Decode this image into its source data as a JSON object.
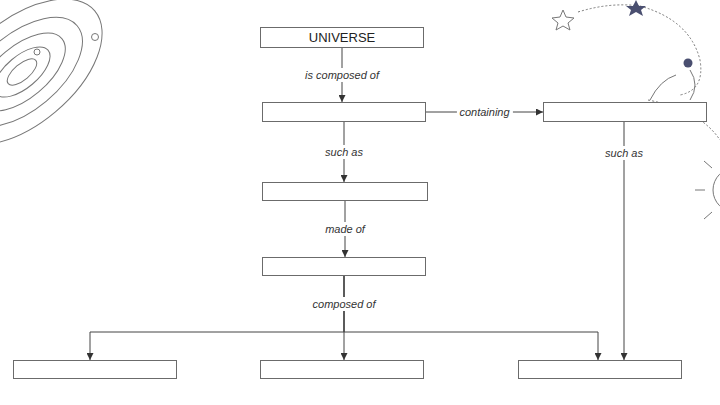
{
  "diagram": {
    "nodes": [
      {
        "text": [
          "UNIVERSE"
        ]
      },
      {
        "text": []
      },
      {
        "text": []
      },
      {
        "text": []
      },
      {
        "text": []
      },
      {
        "text": []
      },
      {
        "text": []
      },
      {
        "text": []
      }
    ],
    "edges": [
      {
        "from": 0,
        "to": 1,
        "label": "is composed of",
        "arrow": "to"
      },
      {
        "from": 1,
        "to": 2,
        "label": "containing",
        "arrow": "to"
      },
      {
        "from": 1,
        "to": 3,
        "label": "such as",
        "arrow": "to"
      },
      {
        "from": 3,
        "to": 4,
        "label": "made of",
        "arrow": "to"
      },
      {
        "from": 4,
        "to": 5,
        "arrow": "to"
      },
      {
        "from": 4,
        "to": 6,
        "label": "composed of",
        "arrow": "to"
      },
      {
        "from": 4,
        "to": 7,
        "arrow": "to"
      },
      {
        "from": 2,
        "to": 7,
        "label": "such as",
        "arrow": "to"
      }
    ]
  }
}
